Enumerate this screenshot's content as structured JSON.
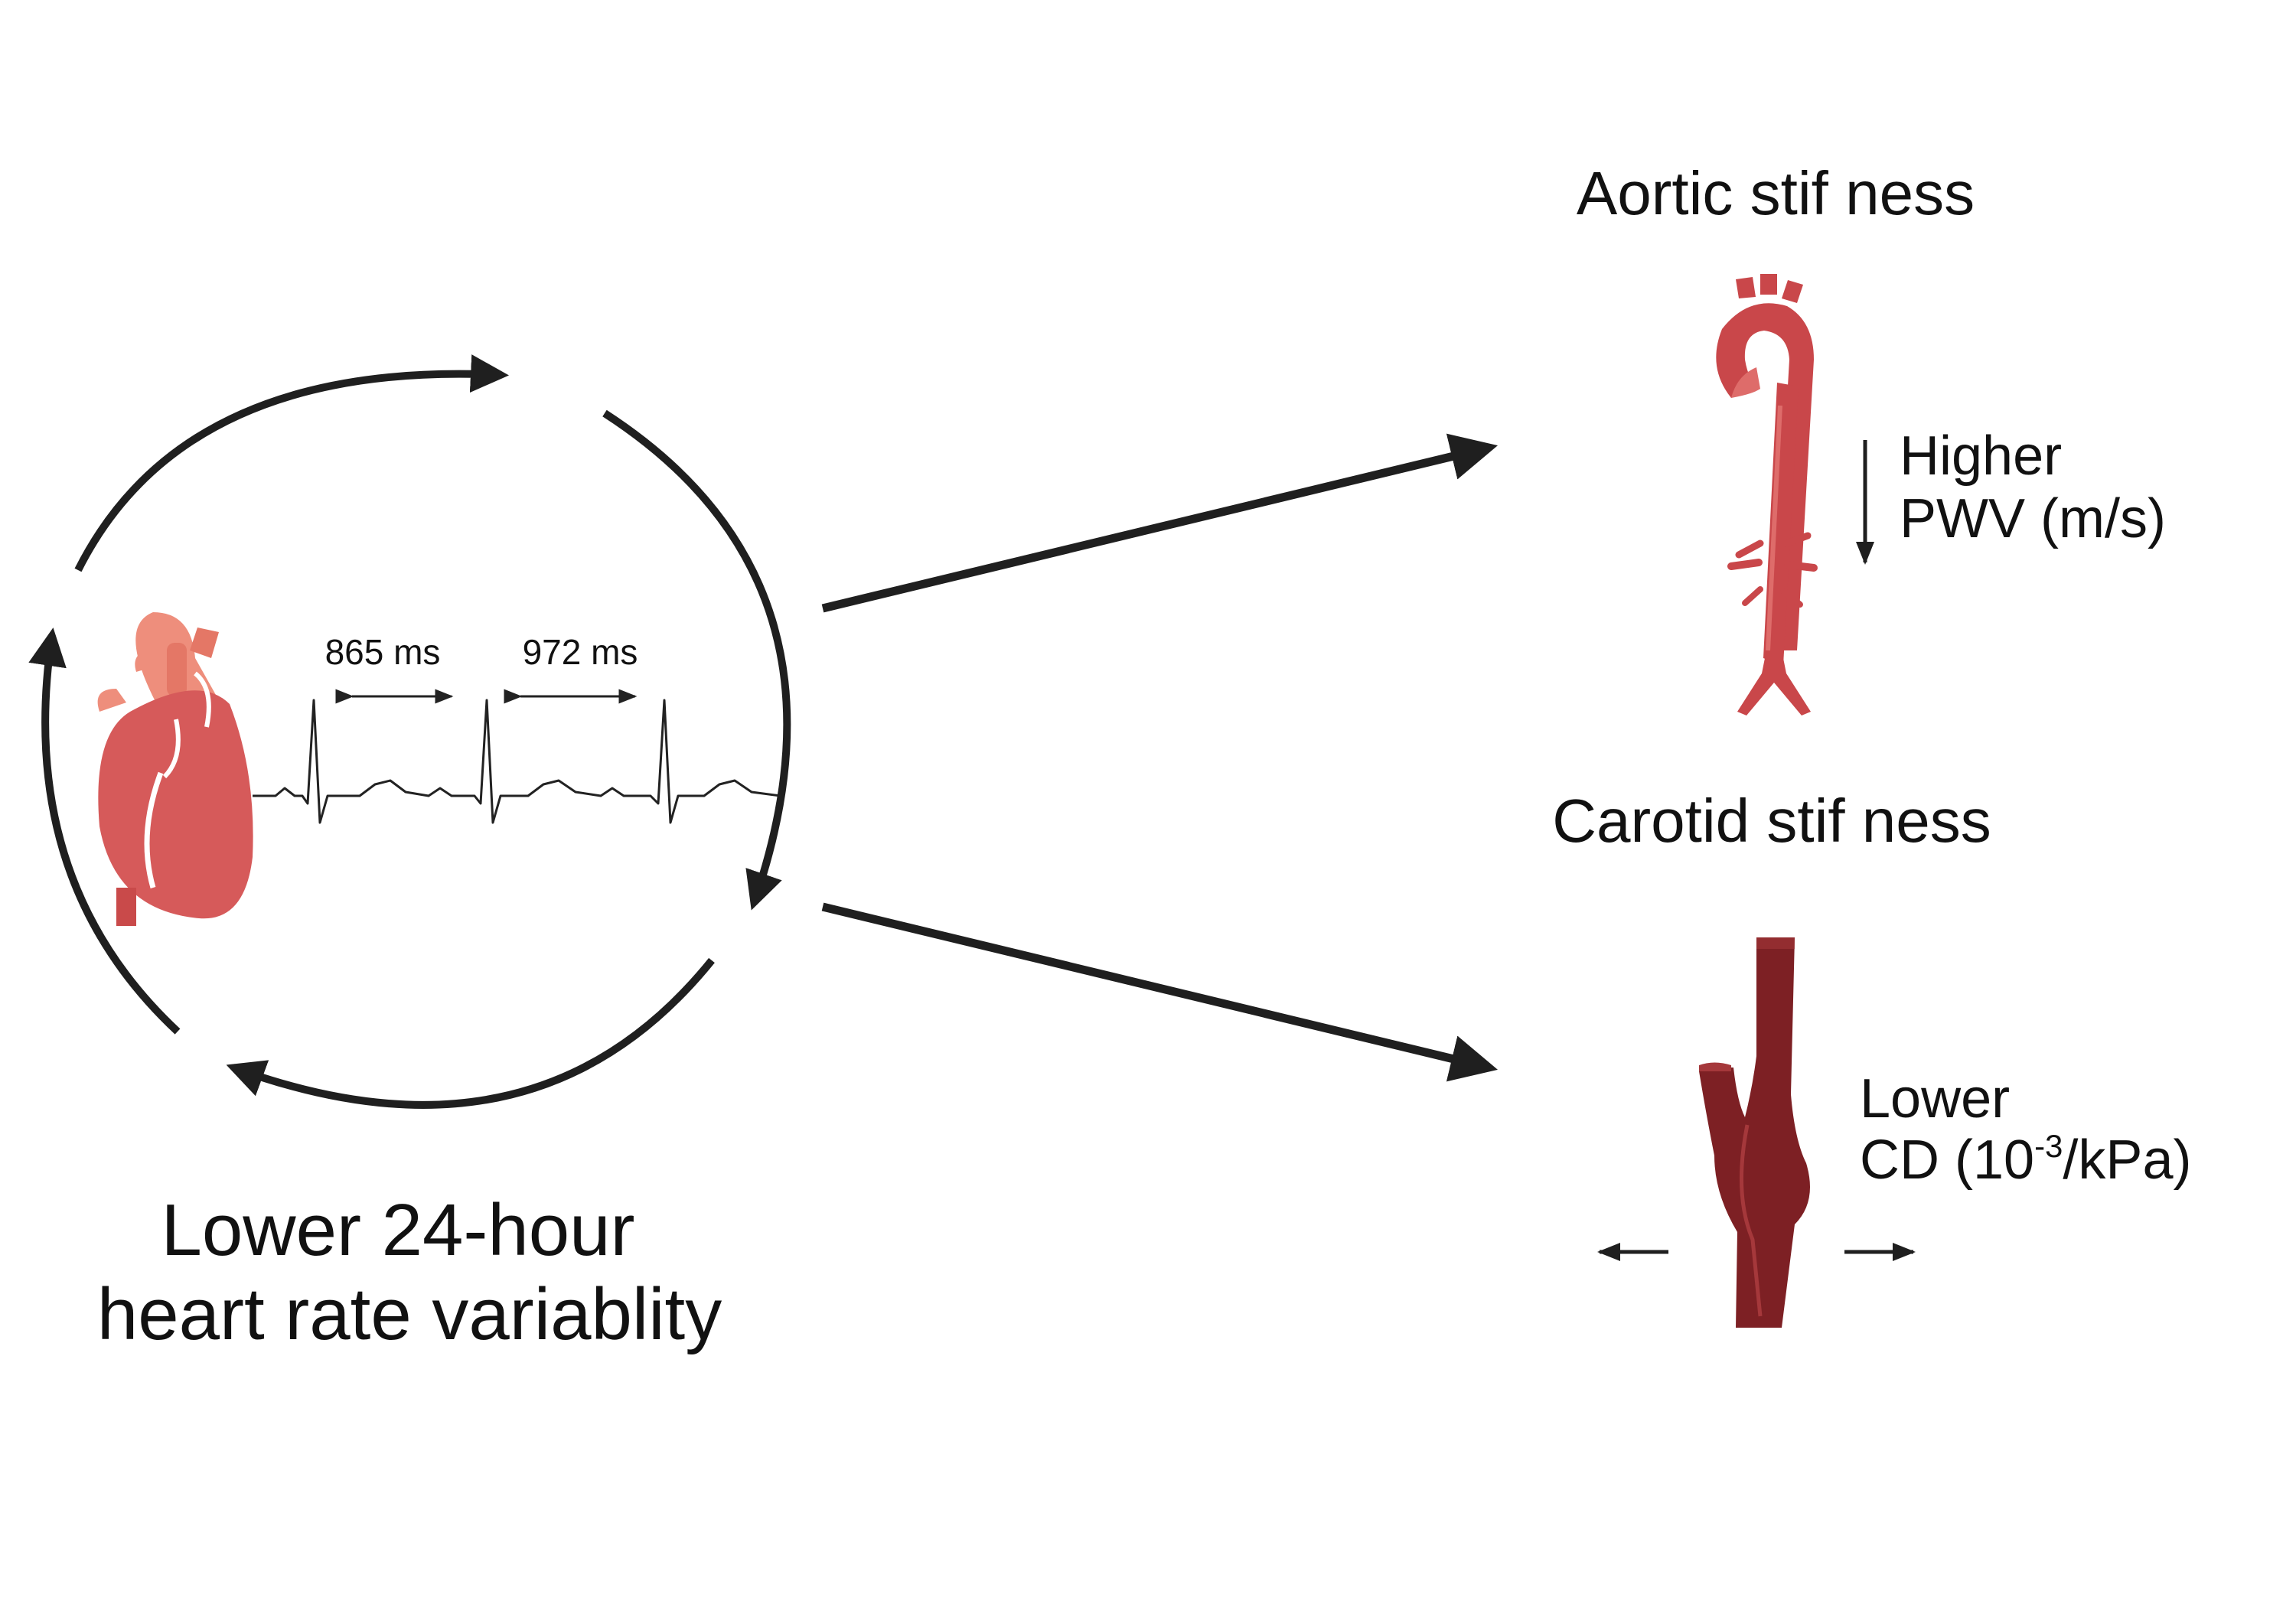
{
  "colors": {
    "arrow": "#1f1f1f",
    "heart_main": "#d65a5a",
    "heart_light": "#ee8e7c",
    "aorta_main": "#c9474a",
    "aorta_light": "#de6c6a",
    "carotid_main": "#7d2024",
    "carotid_light": "#a5383b",
    "ecg": "#222222"
  },
  "icons": {
    "heart": "heart-icon",
    "aorta": "aorta-icon",
    "carotid": "carotid-artery-icon"
  },
  "cycle": {
    "title_line1": "Lower 24-hour",
    "title_line2": "heart rate variablity",
    "interval1": "865 ms",
    "interval2": "972 ms"
  },
  "aortic": {
    "title": "Aortic stif ness",
    "effect_line1": "Higher",
    "effect_line2": "PWV (m/s)"
  },
  "carotid": {
    "title": "Carotid stif ness",
    "effect_line1": "Lower",
    "effect_line2_prefix": "CD (10",
    "effect_line2_sup": "-3",
    "effect_line2_suffix": "/kPa)"
  }
}
